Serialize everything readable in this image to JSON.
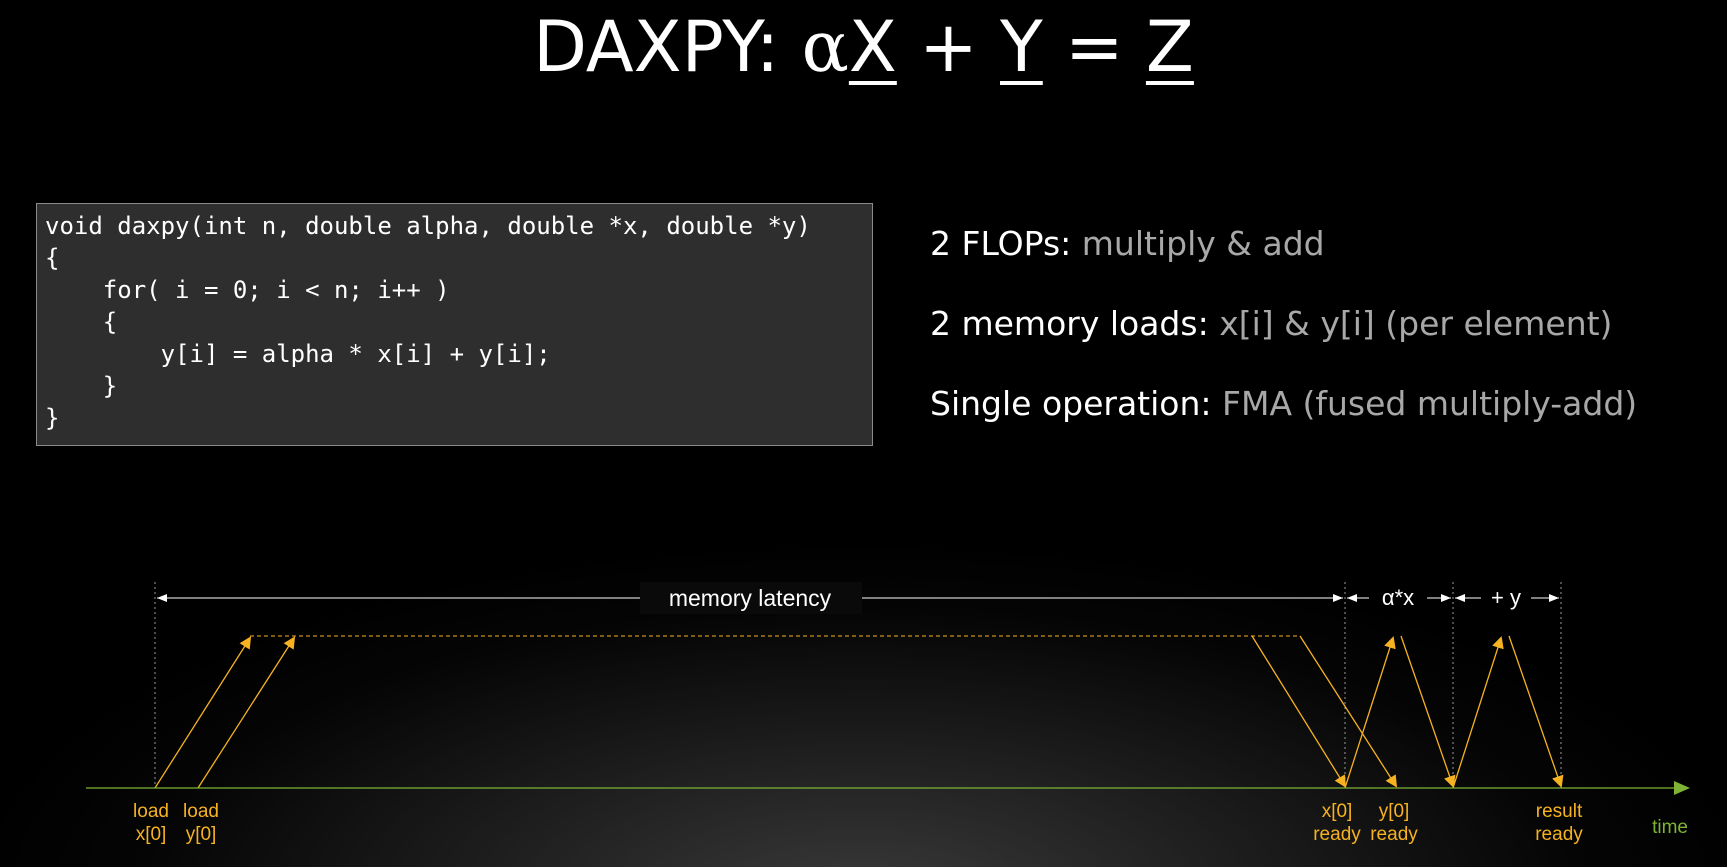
{
  "title": {
    "prefix": "DAXPY: ",
    "alpha": "α",
    "x": "X",
    "plus": " + ",
    "y": "Y",
    "equals": " = ",
    "z": "Z"
  },
  "code": {
    "lines": [
      "void daxpy(int n, double alpha, double *x, double *y)",
      "{",
      "    for( i = 0; i < n; i++ )",
      "    {",
      "        y[i] = alpha * x[i] + y[i];",
      "    }",
      "}"
    ]
  },
  "facts": [
    {
      "key": "2 FLOPs: ",
      "value": "multiply & add"
    },
    {
      "key": "2 memory loads: ",
      "value": "x[i] & y[i] (per element)"
    },
    {
      "key": "Single operation: ",
      "value": "FMA (fused multiply-add)"
    }
  ],
  "timeline": {
    "memory_latency": "memory latency",
    "alpha_x": "α*x",
    "plus_y": "+ y",
    "time": "time",
    "events": {
      "load_x0": [
        "load",
        "x[0]"
      ],
      "load_y0": [
        "load",
        "y[0]"
      ],
      "x0_ready": [
        "x[0]",
        "ready"
      ],
      "y0_ready": [
        "y[0]",
        "ready"
      ],
      "result_ready": [
        "result",
        "ready"
      ]
    }
  },
  "colors": {
    "arrow": "#f6b221",
    "axis": "#7fb335",
    "latency_bar": "#ffffff",
    "muted_text": "#a8a8a8",
    "code_bg": "#2e2e2e"
  }
}
